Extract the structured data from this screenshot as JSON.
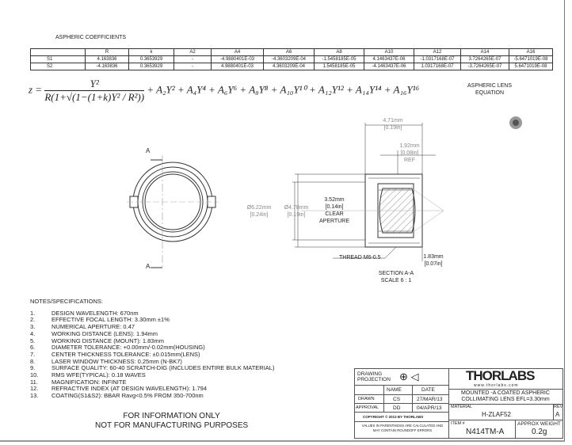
{
  "coefficients": {
    "title": "ASPHERIC COEFFICIENTS",
    "headers": [
      "",
      "R",
      "k",
      "A2",
      "A4",
      "A6",
      "A8",
      "A10",
      "A12",
      "A14",
      "A16"
    ],
    "rows": [
      [
        "S1",
        "4.163836",
        "0.3653929",
        "-",
        "-4.9880401E-03",
        "-4.3603209E-04",
        "-1.5458185E-05",
        "4.1463437E-06",
        "-1.0317168E-07",
        "3.7264265E-07",
        "-5.6471019E-08"
      ],
      [
        "S2",
        "-4.163836",
        "0.3653929",
        "-",
        "4.9880401E-03",
        "4.3603209E-04",
        "1.5458185E-05",
        "-4.1463437E-06",
        "1.0317168E-07",
        "-3.7264265E-07",
        "5.6471019E-08"
      ]
    ]
  },
  "equation": {
    "lhs": "z =",
    "numerator": "Y²",
    "denominator": "R(1+√(1−(1+k)Y² / R²))",
    "tail": "+ A₂Y² + A₄Y⁴ + A₆Y⁶ + A₈Y⁸ + A₁₀Y¹⁰ + A₁₂Y¹² + A₁₄Y¹⁴ + A₁₆Y¹⁶",
    "label1": "ASPHERIC LENS",
    "label2": "EQUATION"
  },
  "front_view": {
    "section_mark": "A"
  },
  "section": {
    "overall_len": "4.71mm",
    "overall_len_in": "[0.19in]",
    "ref_len": "1.92mm",
    "ref_len_in": "[0.08in]",
    "ref": "REF",
    "od": "Ø6.22mm",
    "od_in": "[0.24in]",
    "id": "Ø4.78mm",
    "id_in": "[0.19in]",
    "aperture": "3.52mm",
    "aperture_in": "[0.14in]",
    "aperture_l1": "CLEAR",
    "aperture_l2": "APERTURE",
    "thread": "THREAD M6-0.5",
    "wd": "1.83mm",
    "wd_in": "[0.07in]",
    "title": "SECTION A-A",
    "scale": "SCALE 6 : 1"
  },
  "notes": {
    "title": "NOTES/SPECIFICATIONS:",
    "items": [
      "DESIGN WAVELENGTH: 670nm",
      "EFFECTIVE FOCAL LENGTH: 3.30mm ±1%",
      "NUMERICAL APERTURE: 0.47",
      "WORKING DISTANCE (LENS): 1.94mm",
      "WORKING DISTANCE (MOUNT): 1.83mm",
      "DIAMETER TOLERANCE: +0.00mm/-0.02mm(HOUSING)",
      "CENTER THICKNESS TOLERANCE:  ±0.015mm(LENS)",
      "LASER WINDOW THICKNESS: 0.25mm (N-BK7)",
      "SURFACE QUALITY: 60-40 SCRATCH-DIG (INCLUDES ENTIRE BULK MATERIAL)",
      "RMS WFE(TYPICAL): 0.18 WAVES",
      "MAGNIFICATION: INFINITE",
      "REFRACTIVE INDEX (AT DESIGN WAVELENGTH): 1.794",
      "COATING(S1&S2): BBAR Ravg<0.5% FROM 350-700nm"
    ]
  },
  "disclaimer": {
    "l1": "FOR INFORMATION ONLY",
    "l2": "NOT FOR MANUFACTURING PURPOSES"
  },
  "title_block": {
    "projection": "DRAWING PROJECTION",
    "name_h": "NAME",
    "date_h": "DATE",
    "drawn": "DRAWN",
    "drawn_name": "CS",
    "drawn_date": "27/MAR/13",
    "approval": "APPROVAL",
    "approval_name": "DD",
    "approval_date": "04/APR/13",
    "copyright": "COPYRIGHT © 2013 BY THORLABS",
    "values_note": "VALUES IN PARENTHESIS ARE CALCULATED AND MAY CONTAIN ROUNDOFF ERRORS",
    "logo": "THORLABS",
    "url": "www.thorlabs.com",
    "desc1": "MOUNTED -A COATED ASPHERIC",
    "desc2": "COLLIMATING LENS   EFL=3.30mm",
    "material_h": "MATERIAL",
    "material": "H-ZLAF52",
    "rev_h": "REV",
    "rev": "A",
    "item_h": "ITEM #",
    "item": "N414TM-A",
    "weight_h": "APPROX WEIGHT",
    "weight": "0.2g"
  }
}
